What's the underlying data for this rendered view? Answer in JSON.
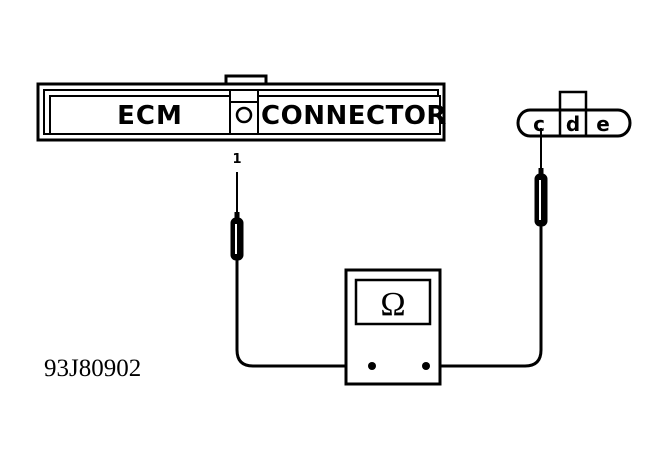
{
  "ecm_connector": {
    "left_label": "ECM",
    "right_label": "CONNECTOR",
    "pin_label": "1"
  },
  "small_connector": {
    "terminals": [
      "c",
      "d",
      "e"
    ]
  },
  "meter": {
    "symbol": "Ω",
    "icon": "ohmmeter-icon"
  },
  "figure_code": "93J80902",
  "colors": {
    "ink": "#000000",
    "paper": "#ffffff"
  }
}
